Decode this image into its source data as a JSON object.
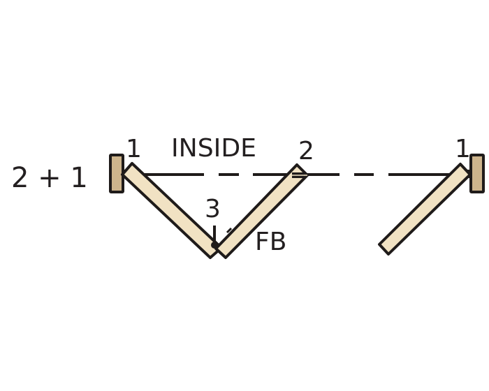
{
  "diagram": {
    "type": "bifold door folding configuration",
    "configuration_label": "2 + 1",
    "side_label": "INSIDE",
    "fb_label": "FB",
    "panel_labels": {
      "left_hinge": "1",
      "middle_hinge": "2",
      "bottom_fold": "3",
      "right_hinge": "1"
    },
    "colors": {
      "panel_fill": "#f1e2c3",
      "jamb_fill": "#cdb48c",
      "stroke": "#1f1b1a",
      "text": "#231f20",
      "background": "#ffffff"
    }
  }
}
